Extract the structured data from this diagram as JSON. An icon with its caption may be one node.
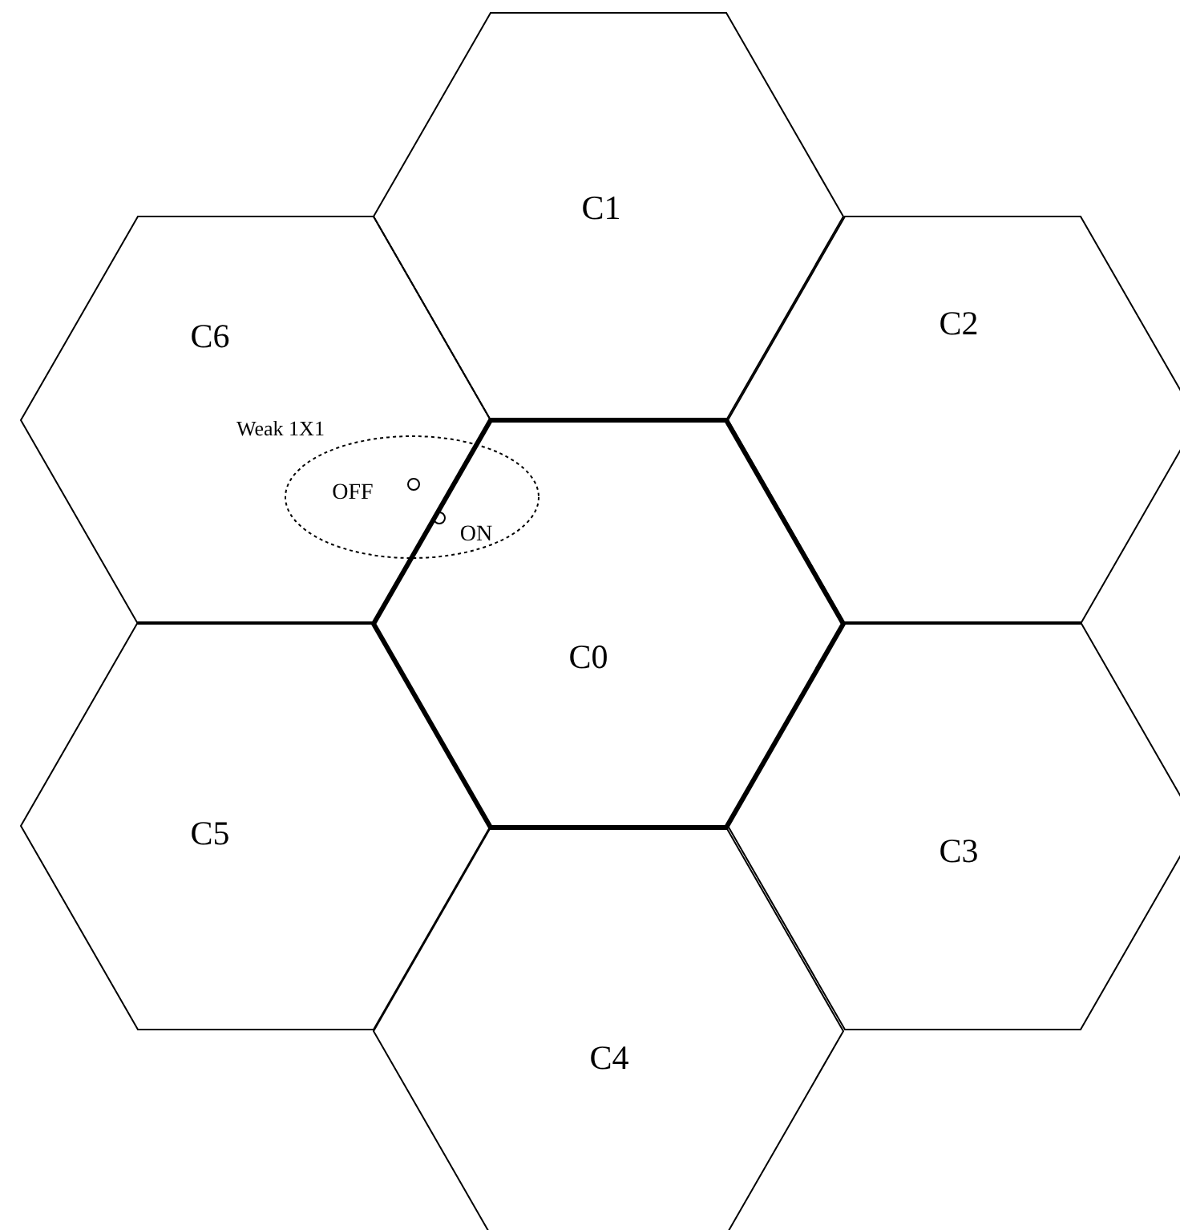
{
  "diagram": {
    "nodes": [
      {
        "text": [
          "C0"
        ]
      },
      {
        "text": [
          "C1"
        ]
      },
      {
        "text": [
          "C2"
        ]
      },
      {
        "text": [
          "C3"
        ]
      },
      {
        "text": [
          "C4"
        ]
      },
      {
        "text": [
          "C5"
        ]
      },
      {
        "text": [
          "C6"
        ]
      },
      {
        "text": [
          "OFF",
          "ON"
        ]
      }
    ],
    "labels": [
      "Weak 1X1"
    ]
  }
}
